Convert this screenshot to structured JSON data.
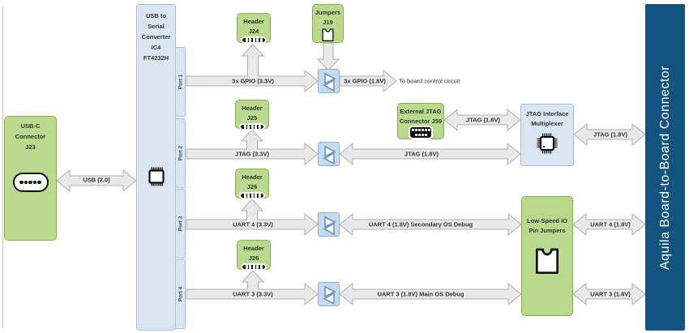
{
  "usbc": {
    "line1": "USB-C",
    "line2": "Connector",
    "line3": "J23"
  },
  "usb_arrow_label": "USB (2.0)",
  "converter": {
    "line1": "USB to Serial",
    "line2": "Converter IC4",
    "line3": "FT4232H",
    "ports": [
      {
        "label": "Port 1"
      },
      {
        "label": "Port 2"
      },
      {
        "label": "Port 3"
      },
      {
        "label": "Port 4"
      }
    ]
  },
  "row1": {
    "header_label": "Header J24",
    "jumpers_line1": "Jumpers",
    "jumpers_line2": "J19",
    "in_label": "3x GPIO (3.3V)",
    "out_label": "3x GPIO (1.8V)",
    "dest_label": "To board control circuit"
  },
  "row2": {
    "header_label": "Header J25",
    "in_label": "JTAG (3.3V)",
    "mid_label": "JTAG (1.8V)",
    "ext_line1": "External JTAG",
    "ext_line2": "Connector J59",
    "ext_arrow_label": "JTAG (1.8V)",
    "mux_line1": "JTAG Interface",
    "mux_line2": "Multiplexer",
    "out_label": "JTAG (1.8V)"
  },
  "row3": {
    "header_label": "Header J26",
    "in_label": "UART 4 (3.3V)",
    "mid_label": "UART 4 (1.8V) Secondary OS Debug",
    "out_label": "UART 4 (1.8V)"
  },
  "row4": {
    "header_label": "Header J26",
    "in_label": "UART 3 (3.3V)",
    "mid_label": "UART 3 (1.8V) Main OS Debug",
    "out_label": "UART 3 (1.8V)"
  },
  "lowspeed": {
    "line1": "Low-Speed IO",
    "line2": "Pin Jumpers"
  },
  "board_connector_label": "Aquila Board-to-Board Connector",
  "colors": {
    "green_fill": "#b9d98d",
    "green_border": "#87ae58",
    "blue_fill": "#d9e5f1",
    "blue_border": "#a9c0d8",
    "shifter_fill": "#c6daee",
    "shifter_border": "#8ab1d9",
    "navy": "#15537f",
    "arrow_fill": "#e8e8e8",
    "arrow_border": "#b0b0b0"
  }
}
